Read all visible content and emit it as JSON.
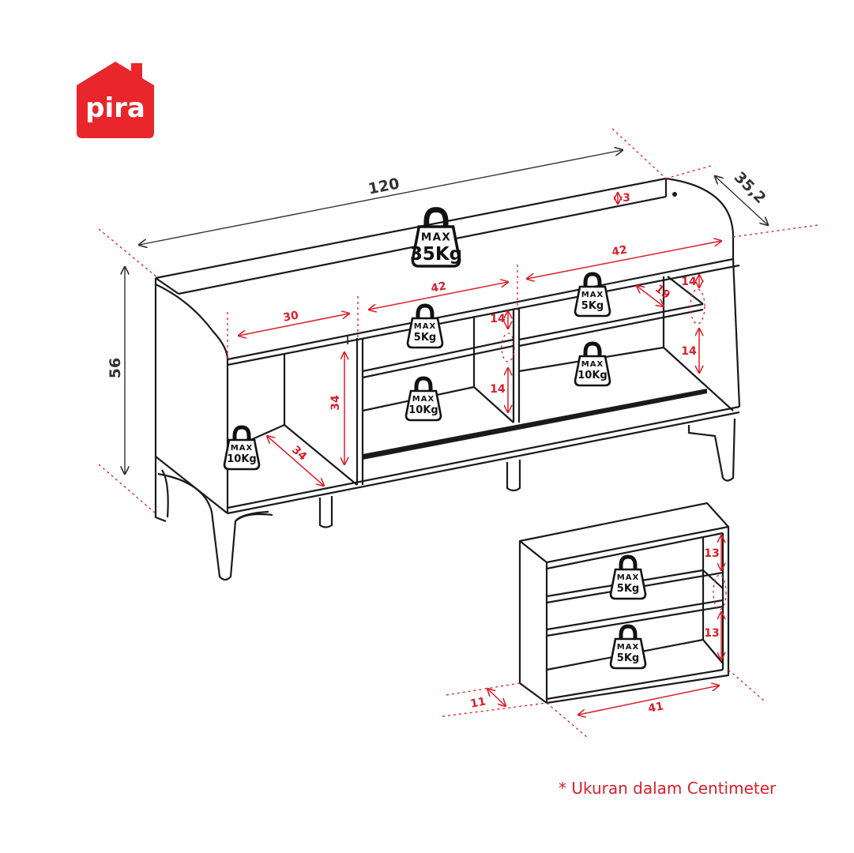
{
  "brand": {
    "name": "pira",
    "color": "#e8262b"
  },
  "colors": {
    "accent_red": "#d9202a",
    "line": "#1a1a1a"
  },
  "dimensions": {
    "overall_width": "120",
    "overall_height": "56",
    "overall_depth": "35,2",
    "top_lip": "3",
    "left_opening_width": "30",
    "left_opening_height": "34",
    "left_opening_depth": "34",
    "middle_opening_width": "42",
    "right_opening_width": "42",
    "middle_shelf_gap_top": "14",
    "middle_shelf_gap_bottom": "14",
    "right_shelf_gap_top": "14",
    "right_shelf_gap_bottom": "14",
    "right_shelf_depth": "19",
    "small_unit_shelf_gap_top": "13",
    "small_unit_shelf_gap_bottom": "13",
    "small_unit_width": "41",
    "small_unit_depth": "11"
  },
  "weights": {
    "max_label": "MAX",
    "top": "35Kg",
    "middle_upper": "5Kg",
    "middle_lower": "10Kg",
    "right_upper": "5Kg",
    "right_lower": "10Kg",
    "left": "10Kg",
    "small_upper": "5Kg",
    "small_lower": "5Kg"
  },
  "footnote": "* Ukuran dalam Centimeter"
}
